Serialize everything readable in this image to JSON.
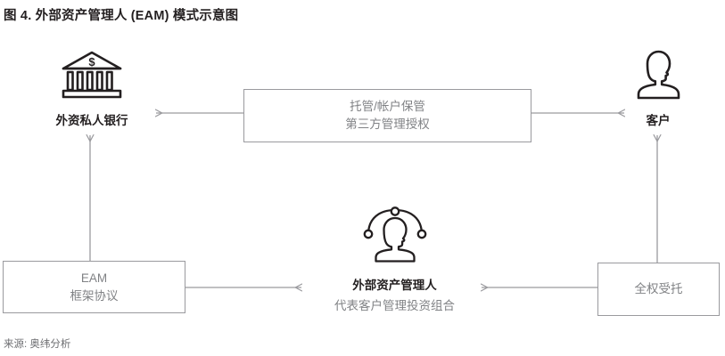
{
  "figure": {
    "title": "图 4. 外部资产管理人 (EAM) 模式示意图",
    "source": "来源: 奥纬分析"
  },
  "nodes": {
    "bank": {
      "icon": "bank-building-dollar-icon",
      "label": "外资私人银行"
    },
    "client": {
      "icon": "person-silhouette-icon",
      "label": "客户"
    },
    "eam": {
      "icon": "person-network-icon",
      "label": "外部资产管理人",
      "sublabel": "代表客户管理投资组合"
    }
  },
  "boxes": {
    "custody": {
      "line1": "托管/帐户保管",
      "line2": "第三方管理授权"
    },
    "eam_agreement": {
      "line1": "EAM",
      "line2": "框架协议"
    },
    "discretionary": {
      "line1": "全权受托"
    }
  },
  "connectors": [
    {
      "name": "custody-to-bank",
      "direction": "left"
    },
    {
      "name": "custody-to-client",
      "direction": "right"
    },
    {
      "name": "eam-agreement-to-bank",
      "direction": "up"
    },
    {
      "name": "eam-agreement-to-eam",
      "direction": "right"
    },
    {
      "name": "discretionary-to-eam",
      "direction": "left"
    },
    {
      "name": "discretionary-to-client",
      "direction": "up"
    }
  ],
  "colors": {
    "text_dark": "#231f20",
    "text_gray": "#808285",
    "line_gray": "#9a9a9e",
    "background": "#ffffff"
  }
}
